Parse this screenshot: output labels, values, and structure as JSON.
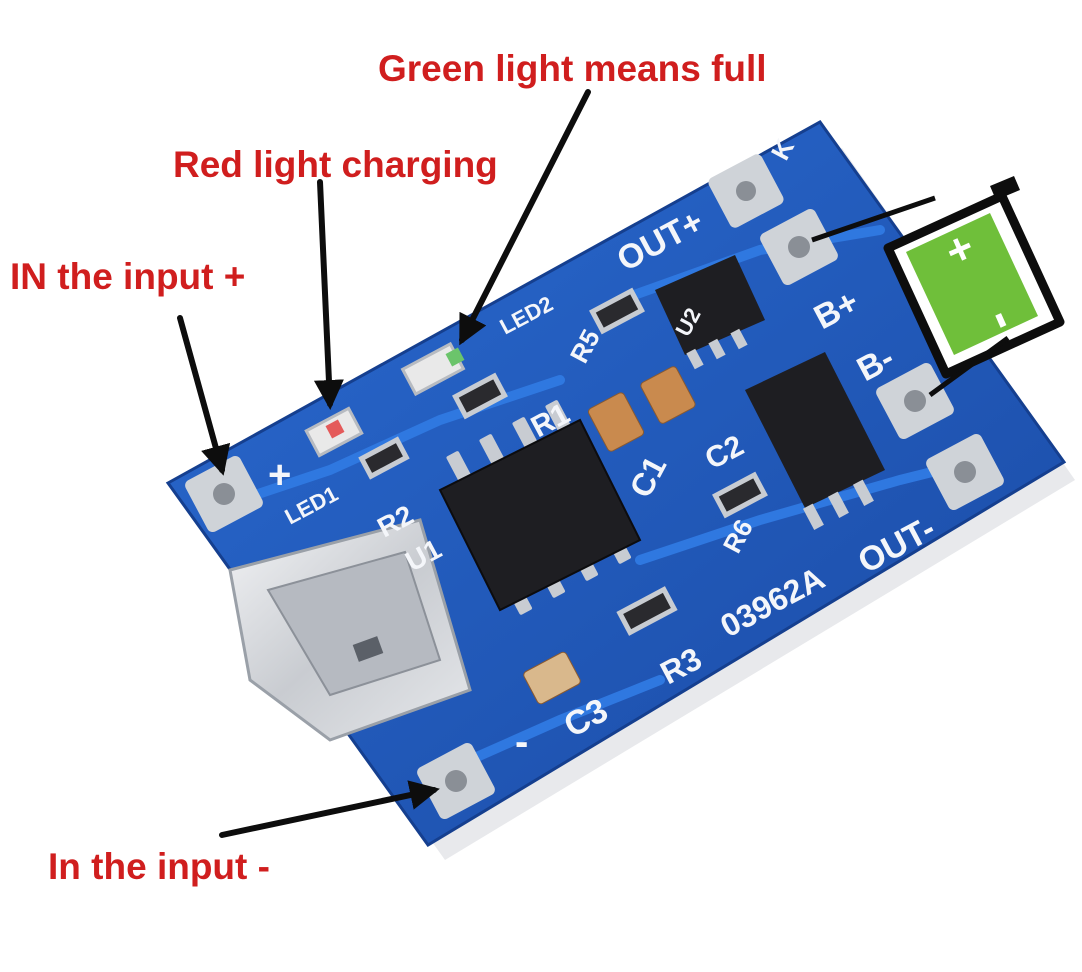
{
  "callouts": {
    "green_full": "Green light means full",
    "red_charging": "Red light charging",
    "in_plus": "IN the input +",
    "in_minus": "In the input -"
  },
  "silkscreen": {
    "out_plus": "OUT+",
    "out_minus": "OUT-",
    "b_plus": "B+",
    "b_minus": "B-",
    "plus": "+",
    "minus": "-",
    "led1": "LED1",
    "led2": "LED2",
    "r1": "R1",
    "r2": "R2",
    "r3": "R3",
    "r5": "R5",
    "r6": "R6",
    "c1": "C1",
    "c2": "C2",
    "c3": "C3",
    "u1": "U1",
    "u2": "U2",
    "board_id": "03962A",
    "corner_mark": "K"
  },
  "battery_symbols": {
    "plus": "+",
    "minus": "-"
  },
  "colors": {
    "board": "#1f56b8",
    "label_red": "#d01e1e",
    "battery_green": "#6fbf3a",
    "pad_silver": "#cfd3d8",
    "chip_black": "#1e1e22"
  }
}
